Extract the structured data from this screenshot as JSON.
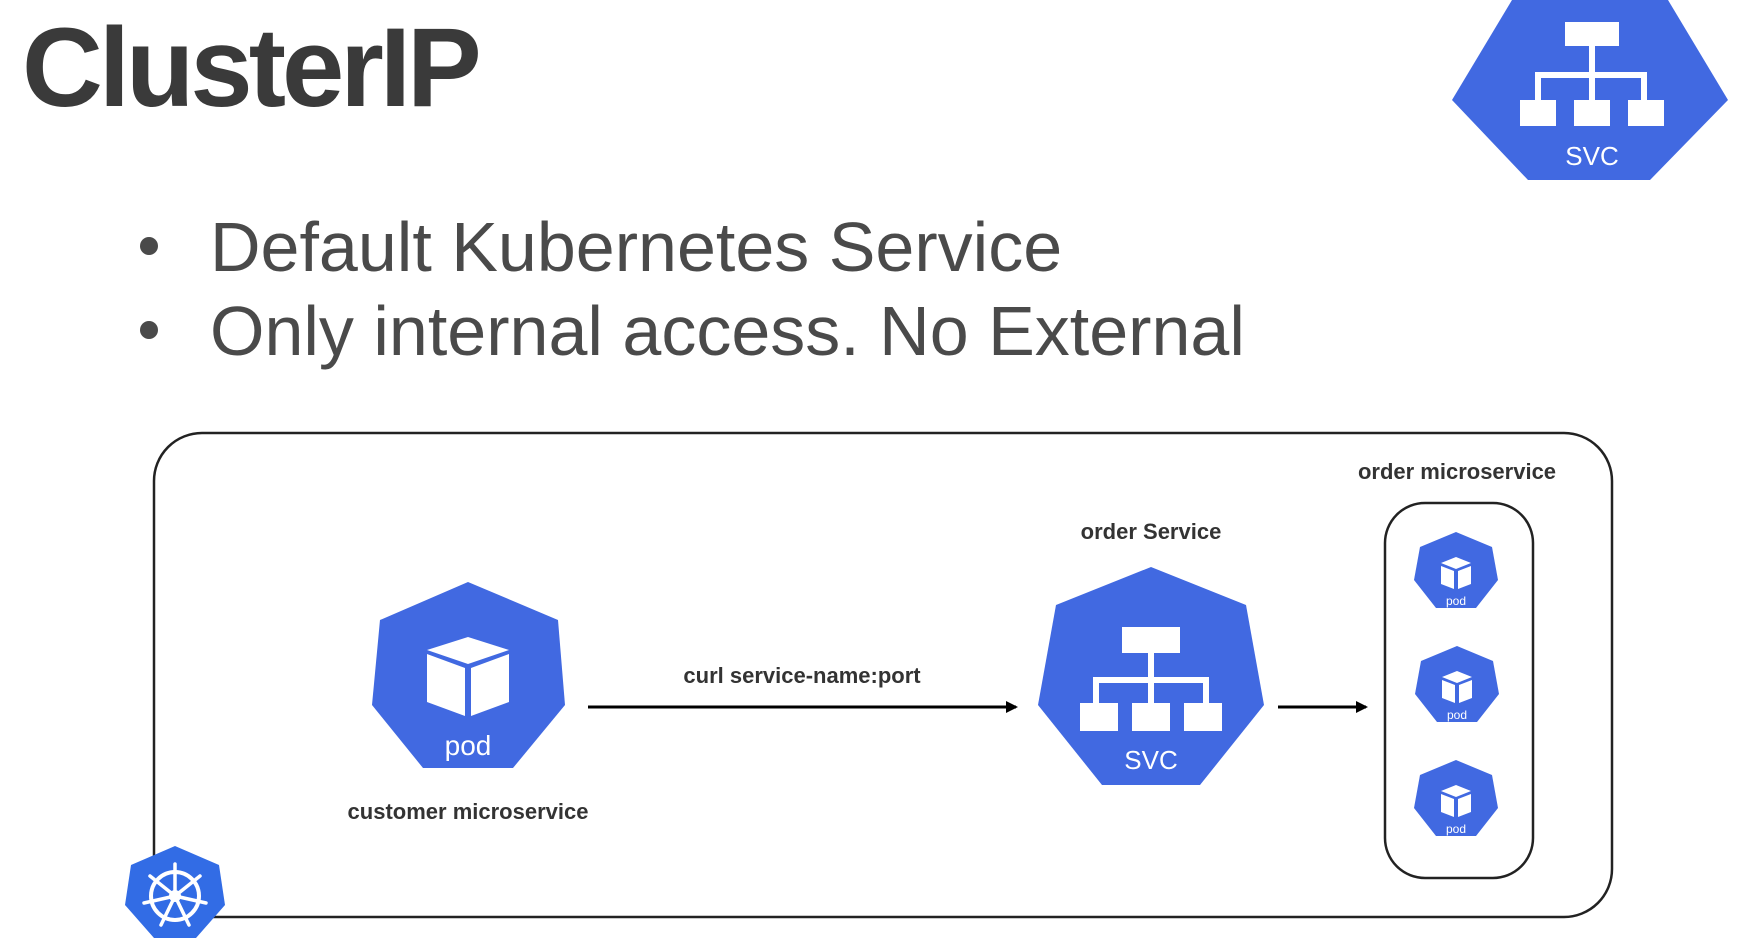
{
  "title": "ClusterIP",
  "bullets": [
    "Default Kubernetes Service",
    "Only internal access. No External"
  ],
  "diagram": {
    "customer_label": "customer microservice",
    "pod_label": "pod",
    "arrow_label": "curl service-name:port",
    "service_label": "order Service",
    "svc_label": "SVC",
    "order_label": "order microservice",
    "small_pod_label": "pod"
  },
  "colors": {
    "k8s_blue": "#326CE5",
    "icon_blue": "#4169E1",
    "text_dark": "#333333"
  },
  "icons": [
    "svc-icon",
    "pod-icon",
    "kubernetes-wheel-icon"
  ]
}
